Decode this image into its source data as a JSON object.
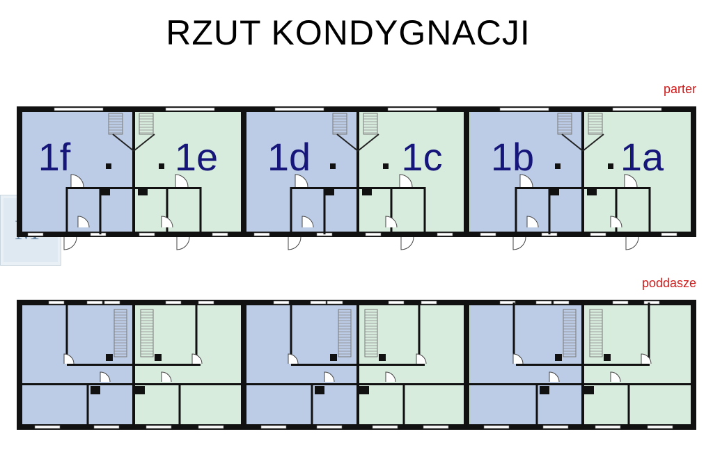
{
  "title": "RZUT KONDYGNACJI",
  "floors": {
    "ground": {
      "label": "parter"
    },
    "attic": {
      "label": "poddasze"
    }
  },
  "units": [
    "1f",
    "1e",
    "1d",
    "1c",
    "1b",
    "1a"
  ],
  "logo": {
    "letter": "M"
  },
  "colors": {
    "blue_unit": "#bccce6",
    "green_unit": "#d8ecdd",
    "wall": "#111111",
    "window": "#ffffff",
    "floor_label": "#d11a1a",
    "unit_label": "#16167a"
  }
}
